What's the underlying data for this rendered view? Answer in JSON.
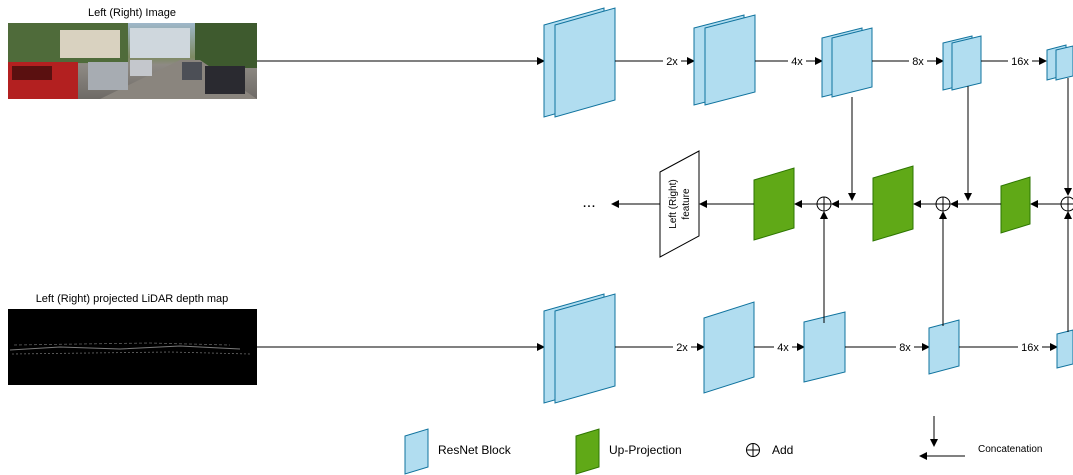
{
  "inputs": {
    "image_title": "Left (Right) Image",
    "depth_title": "Left (Right) projected LiDAR depth map"
  },
  "scales": {
    "img_2x": "2x",
    "img_4x": "4x",
    "img_8x": "8x",
    "img_16x": "16x",
    "dep_2x": "2x",
    "dep_4x": "4x",
    "dep_8x": "8x",
    "dep_16x": "16x"
  },
  "feature": {
    "line1": "Left (Right)",
    "line2": "feature"
  },
  "ellipsis": "...",
  "legend": {
    "resnet": "ResNet Block",
    "upproj": "Up-Projection",
    "add": "Add",
    "concat": "Concatenation"
  },
  "colors": {
    "resnet_fill": "#b1ddf0",
    "resnet_stroke": "#10739e",
    "upproj_fill": "#60a917",
    "upproj_stroke": "#2d7600"
  }
}
